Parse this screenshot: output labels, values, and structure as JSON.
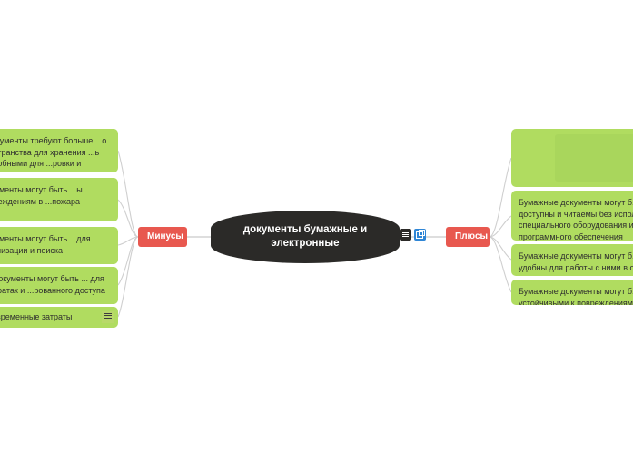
{
  "center": {
    "title": "документы бумажные и электронные",
    "icons": [
      {
        "name": "note-icon"
      },
      {
        "name": "link-icon"
      }
    ]
  },
  "branches": {
    "minus_label": "Минусы",
    "plus_label": "Плюсы"
  },
  "left_leaves": [
    {
      "text": "...документы требуют больше ...о пространства для хранения ...ь неудобными для ...ровки и передачи"
    },
    {
      "text": "...окументы могут быть ...ы повреждениям в ...пожара"
    },
    {
      "text": "...окументы могут быть ...для организации и поиска"
    },
    {
      "text": "...е документы могут быть ... для кибератак и ...рованного доступа"
    }
  ],
  "left_bottom_leaf": {
    "text": "временные затраты",
    "badge": "$",
    "icons": [
      {
        "name": "money-badge-icon"
      },
      {
        "name": "note-icon"
      }
    ]
  },
  "right_leaves": [
    {
      "text": "Бумажные документы могут б... доступны и читаемы без испол... специального оборудования и... программного обеспечения"
    },
    {
      "text": "Бумажные документы могут б... удобны для работы с ними в о... среде"
    },
    {
      "text": "Бумажные документы могут б... устойчивыми к повреждениям"
    }
  ],
  "right_image_leaf": {
    "icon": "camera-placeholder-icon"
  },
  "colors": {
    "center_bg": "#2b2a28",
    "branch_pill": "#e8584f",
    "leaf_bg": "#b0dc60",
    "link_blue": "#2f86d6",
    "money_badge": "#3aa5dd"
  }
}
